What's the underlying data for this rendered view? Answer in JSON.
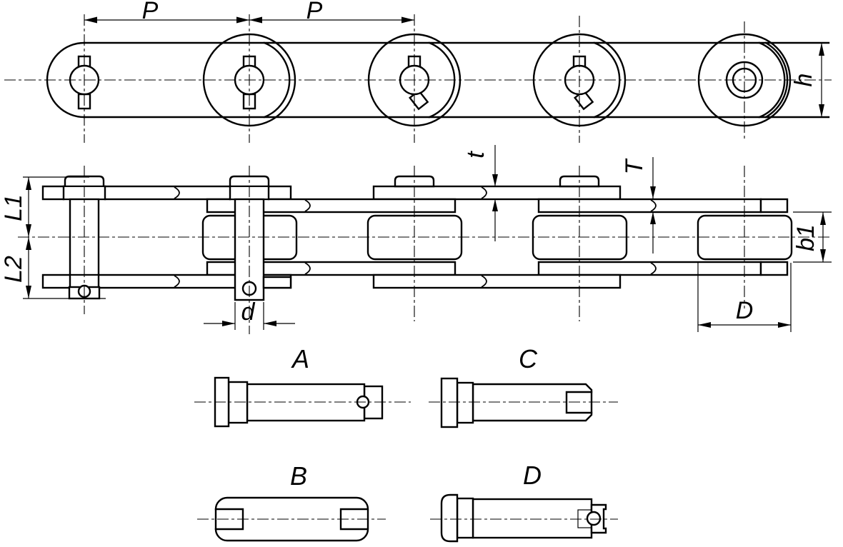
{
  "colors": {
    "background": "#ffffff",
    "line": "#000000"
  },
  "side_view": {
    "description": "chain side elevation",
    "dims": {
      "pitch_1": "P",
      "pitch_2": "P",
      "plate_height": "h"
    }
  },
  "plan_view": {
    "description": "chain plan view",
    "dims": {
      "upper_pin_length": "L1",
      "lower_pin_length": "L2",
      "outer_plate_thickness": "t",
      "inner_plate_thickness": "T",
      "inner_width": "b1",
      "pin_diameter": "d",
      "roller_diameter": "D"
    }
  },
  "pin_variants": {
    "labels": {
      "a": "A",
      "b": "B",
      "c": "C",
      "d": "D"
    }
  }
}
